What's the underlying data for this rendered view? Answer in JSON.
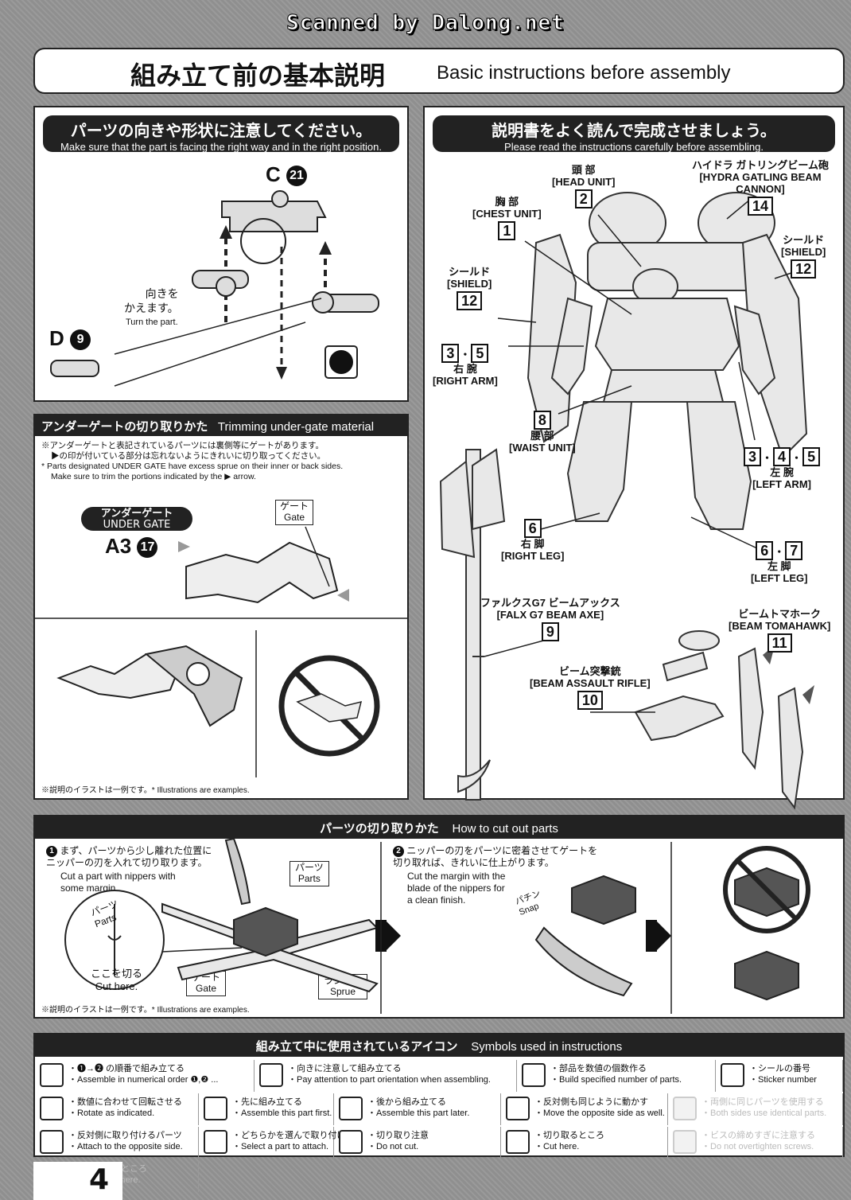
{
  "header": {
    "scan_credit": "Scanned by Dalong.net",
    "title_jp": "組み立て前の基本説明",
    "title_en": "Basic instructions before assembly"
  },
  "orientation": {
    "title_jp": "パーツの向きや形状に注意してください。",
    "title_en": "Make sure that the part is facing the right way and in the right position.",
    "part_c": "C",
    "part_c_num": "21",
    "part_d": "D",
    "part_d_num": "9",
    "turn_jp": "向きを\nかえます。",
    "turn_en": "Turn the part."
  },
  "trimming": {
    "title_jp": "アンダーゲートの切り取りかた",
    "title_en": "Trimming under-gate material",
    "note_jp_1": "※アンダーゲートと表記されているパーツには裏側等にゲートがあります。",
    "note_jp_2": "▶の印が付いている部分は忘れないようにきれいに切り取ってください。",
    "note_en_1": "* Parts designated UNDER GATE have excess sprue on their inner or back sides.",
    "note_en_2": "Make sure to trim the portions indicated by the ▶ arrow.",
    "under_gate_jp": "アンダーゲート",
    "under_gate_en": "UNDER GATE",
    "part": "A3",
    "part_num": "17",
    "gate_jp": "ゲート",
    "gate_en": "Gate",
    "footnote": "※説明のイラストは一例です。* Illustrations are examples."
  },
  "read": {
    "title_jp": "説明書をよく読んで完成させましょう。",
    "title_en": "Please read the instructions carefully before assembling.",
    "labels": {
      "head_jp": "頭 部",
      "head_en": "[HEAD UNIT]",
      "head_n": [
        "2"
      ],
      "chest_jp": "胸 部",
      "chest_en": "[CHEST UNIT]",
      "chest_n": [
        "1"
      ],
      "hydra_jp": "ハイドラ ガトリングビーム砲",
      "hydra_en": "[HYDRA GATLING BEAM CANNON]",
      "hydra_n": [
        "14"
      ],
      "shield_l_jp": "シールド",
      "shield_l_en": "[SHIELD]",
      "shield_l_n": [
        "12"
      ],
      "shield_r_jp": "シールド",
      "shield_r_en": "[SHIELD]",
      "shield_r_n": [
        "12"
      ],
      "rarm_jp": "右 腕",
      "rarm_en": "[RIGHT ARM]",
      "rarm_n": [
        "3",
        "5"
      ],
      "waist_jp": "腰 部",
      "waist_en": "[WAIST UNIT]",
      "waist_n": [
        "8"
      ],
      "larm_jp": "左 腕",
      "larm_en": "[LEFT ARM]",
      "larm_n": [
        "3",
        "4",
        "5"
      ],
      "rleg_jp": "右 脚",
      "rleg_en": "[RIGHT LEG]",
      "rleg_n": [
        "6"
      ],
      "lleg_jp": "左 脚",
      "lleg_en": "[LEFT LEG]",
      "lleg_n": [
        "6",
        "7"
      ],
      "axe_jp": "ファルクスG7 ビームアックス",
      "axe_en": "[FALX G7 BEAM AXE]",
      "axe_n": [
        "9"
      ],
      "tomahawk_jp": "ビームトマホーク",
      "tomahawk_en": "[BEAM TOMAHAWK]",
      "tomahawk_n": [
        "11"
      ],
      "rifle_jp": "ビーム突撃銃",
      "rifle_en": "[BEAM ASSAULT RIFLE]",
      "rifle_n": [
        "10"
      ]
    }
  },
  "cut": {
    "title_jp": "パーツの切り取りかた",
    "title_en": "How to cut out parts",
    "step1_jp": "まず、パーツから少し離れた位置に\nニッパーの刃を入れて切り取ります。",
    "step1_en": "Cut a part with nippers with\nsome margin.",
    "step2_jp": "ニッパーの刃をパーツに密着させてゲートを\n切り取れば、きれいに仕上がります。",
    "step2_en": "Cut the margin with the\nblade of the nippers for\na clean finish.",
    "parts_jp": "パーツ",
    "parts_en": "Parts",
    "cut_here_jp": "ここを切る",
    "cut_here_en": "Cut here.",
    "gate_jp": "ゲート",
    "gate_en": "Gate",
    "runner_jp": "ランナー",
    "runner_en": "Sprue",
    "snap_jp": "パチン",
    "snap_en": "Snap",
    "footnote": "※説明のイラストは一例です。* Illustrations are examples."
  },
  "symbols": {
    "title_jp": "組み立て中に使用されているアイコン",
    "title_en": "Symbols used in instructions",
    "items": [
      {
        "icon": "numbered-order-icon",
        "jp": "・❶→❷ の順番で組み立てる",
        "en": "・Assemble in numerical order ❶,❷ ...",
        "dim": false
      },
      {
        "icon": "attention-icon",
        "jp": "・向きに注意して組み立てる",
        "en": "・Pay attention to part orientation when assembling.",
        "dim": false
      },
      {
        "icon": "multiply-icon",
        "jp": "・部品を数値の個数作る",
        "en": "・Build specified number of parts.",
        "dim": false
      },
      {
        "icon": "sticker-icon",
        "jp": "・シールの番号",
        "en": "・Sticker number",
        "dim": false
      },
      {
        "icon": "rotate-icon",
        "jp": "・数値に合わせて回転させる",
        "en": "・Rotate as indicated.",
        "dim": false
      },
      {
        "icon": "first-icon",
        "jp": "・先に組み立てる",
        "en": "・Assemble this part first.",
        "dim": false
      },
      {
        "icon": "later-icon",
        "jp": "・後から組み立てる",
        "en": "・Assemble this part later.",
        "dim": false
      },
      {
        "icon": "mirror-icon",
        "jp": "・反対側も同じように動かす",
        "en": "・Move the opposite side as well.",
        "dim": false
      },
      {
        "icon": "identical-icon",
        "jp": "・両側に同じパーツを使用する",
        "en": "・Both sides use identical parts.",
        "dim": true
      },
      {
        "icon": "opposite-side-icon",
        "jp": "・反対側に取り付けるパーツ",
        "en": "・Attach to the opposite side.",
        "dim": false
      },
      {
        "icon": "select-icon",
        "jp": "・どちらかを選んで取り付ける",
        "en": "・Select a part to attach.",
        "dim": false
      },
      {
        "icon": "do-not-cut-icon",
        "jp": "・切り取り注意",
        "en": "・Do not cut.",
        "dim": false
      },
      {
        "icon": "cut-here-icon",
        "jp": "・切り取るところ",
        "en": "・Cut here.",
        "dim": false
      },
      {
        "icon": "screw-icon",
        "jp": "・ビスの締めすぎに注意する",
        "en": "・Do not overtighten screws.",
        "dim": true
      },
      {
        "icon": "glue-icon",
        "jp": "・接着をするところ",
        "en": "・Apply glue here.",
        "dim": true
      }
    ]
  },
  "page_number": "4"
}
